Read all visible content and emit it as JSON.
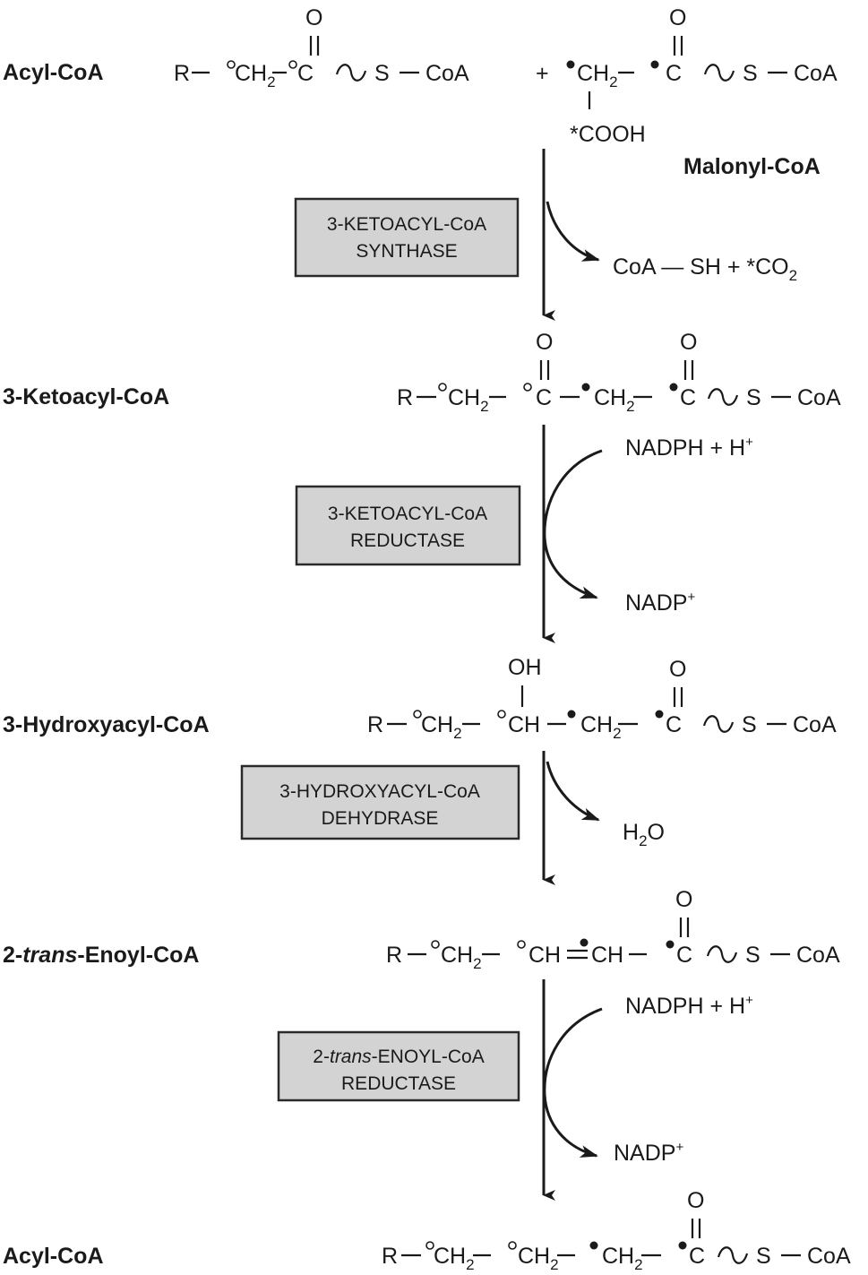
{
  "figure": {
    "title": "Fatty acid chain elongation cycle (microsomal)",
    "compounds": [
      {
        "id": "acyl-coa-start",
        "label": "Acyl-CoA",
        "formula": "R—°CH2—°C(=O)~S—CoA"
      },
      {
        "id": "malonyl-coa",
        "label": "Malonyl-CoA",
        "formula": "•CH2(*COOH)—•C(=O)~S—CoA"
      },
      {
        "id": "ketoacyl-coa",
        "label": "3-Ketoacyl-CoA",
        "formula": "R—°CH2—°C(=O)—•CH2—•C(=O)~S—CoA"
      },
      {
        "id": "hydroxyacyl-coa",
        "label": "3-Hydroxyacyl-CoA",
        "formula": "R—°CH2—°CH(OH)—•CH2—•C(=O)~S—CoA"
      },
      {
        "id": "enoyl-coa",
        "label_prefix": "2-",
        "label_italic": "trans",
        "label_suffix": "-Enoyl-CoA",
        "formula": "R—°CH2—°CH=•CH—•C(=O)~S—CoA"
      },
      {
        "id": "acyl-coa-end",
        "label": "Acyl-CoA",
        "formula": "R—°CH2—°CH2—•CH2—•C(=O)~S—CoA"
      }
    ],
    "plus": "+",
    "enzymes": [
      {
        "line1": "3-KETOACYL-CoA",
        "line2": "SYNTHASE"
      },
      {
        "line1": "3-KETOACYL-CoA",
        "line2": "REDUCTASE"
      },
      {
        "line1": "3-HYDROXYACYL-CoA",
        "line2": "DEHYDRASE"
      },
      {
        "line1_prefix": "2-",
        "line1_italic": "trans",
        "line1_suffix": "-ENOYL-CoA",
        "line2": "REDUCTASE"
      }
    ],
    "cofactors": {
      "step1_out": "CoA — SH + *CO2",
      "step2_in": "NADPH + H+",
      "step2_out": "NADP+",
      "step3_out": "H2O",
      "step4_in": "NADPH + H+",
      "step4_out": "NADP+"
    },
    "atoms": {
      "R": "R",
      "CH2": "CH",
      "C": "C",
      "CH": "CH",
      "O": "O",
      "OH": "OH",
      "S": "S",
      "CoA": "CoA",
      "COOH": "*COOH",
      "sub2": "2",
      "tilde": "∿",
      "dash": "—",
      "open": "°"
    },
    "colors": {
      "enzyme_box_fill": "#d3d3d3",
      "ink": "#1a1a1a"
    }
  }
}
